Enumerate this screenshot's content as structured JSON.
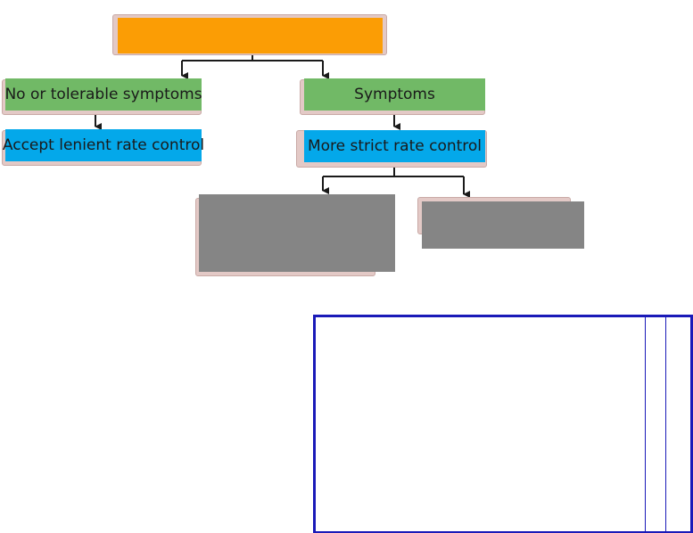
{
  "diagram": {
    "top_box": {
      "label": ""
    },
    "left_branch": {
      "condition": "No or tolerable symptoms",
      "action": "Accept lenient rate control"
    },
    "right_branch": {
      "condition": "Symptoms",
      "action": "More strict rate control",
      "option_left": "",
      "option_right": ""
    }
  },
  "colors": {
    "orange": "#fb9d05",
    "green": "#71b966",
    "blue": "#04a8ea",
    "gray": "#858585",
    "connector": "#1a1a1a",
    "panel_border": "#1a1ab8"
  }
}
